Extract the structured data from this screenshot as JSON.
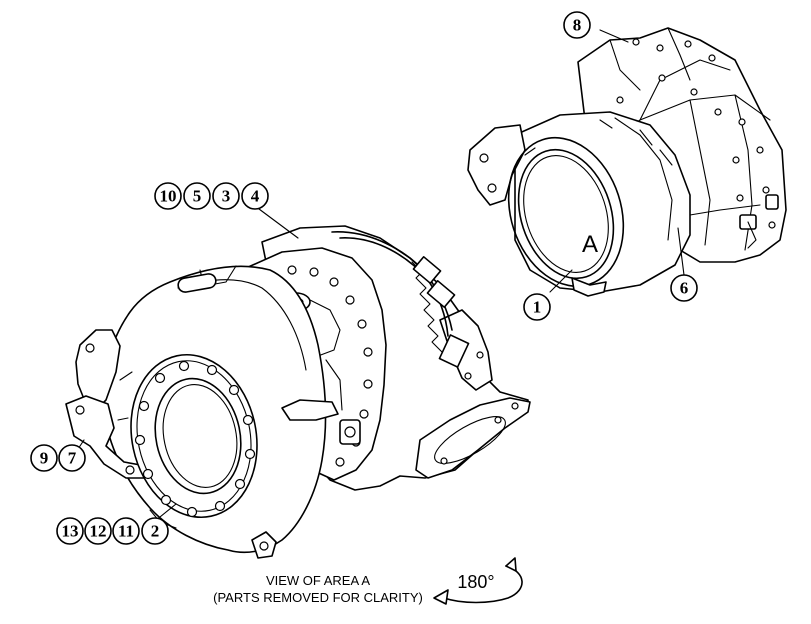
{
  "diagram": {
    "callouts": {
      "c1": "1",
      "c2": "2",
      "c3": "3",
      "c4": "4",
      "c5": "5",
      "c6": "6",
      "c7": "7",
      "c8": "8",
      "c9": "9",
      "c10": "10",
      "c11": "11",
      "c12": "12",
      "c13": "13"
    },
    "view_label": "A",
    "caption_line1": "VIEW OF AREA  A",
    "caption_line2": "(PARTS REMOVED FOR CLARITY)",
    "rotation_label": "180°"
  }
}
